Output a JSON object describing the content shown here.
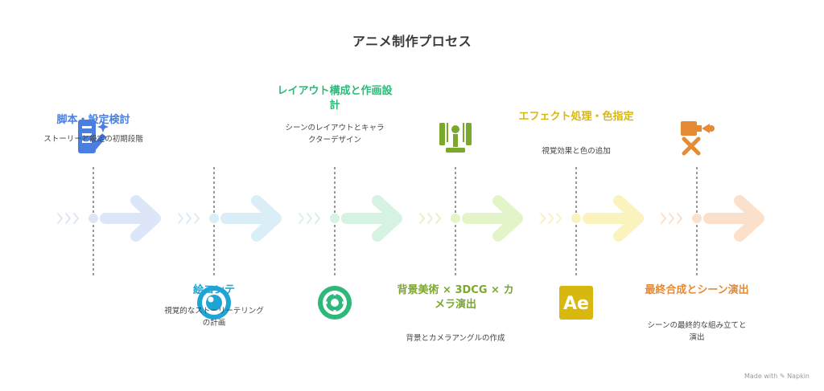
{
  "title": "アニメ制作プロセス",
  "footer": "Made with ✎ Napkin",
  "steps": [
    {
      "label": "脚本・設定検討",
      "desc": "ストーリーと設定の初期段階",
      "color": "#4a7fe0",
      "light": "#dde6f8",
      "icon": "edit-document-icon",
      "position": "top"
    },
    {
      "label": "絵コンテ",
      "desc": "視覚的なストーリーテリングの計画",
      "color": "#1fa4d6",
      "light": "#d9eef7",
      "icon": "eye-icon",
      "position": "bottom"
    },
    {
      "label": "レイアウト構成と作画設計",
      "desc": "シーンのレイアウトとキャラクターデザイン",
      "color": "#2eb87a",
      "light": "#d6f2e3",
      "icon": "target-icon",
      "position": "top"
    },
    {
      "label": "背景美術 × 3DCG × カメラ演出",
      "desc": "背景とカメラアングルの作成",
      "color": "#7aa82d",
      "light": "#e4f4c9",
      "icon": "camera-rig-icon",
      "position": "bottom"
    },
    {
      "label": "エフェクト処理・色指定",
      "desc": "視覚効果と色の追加",
      "color": "#d8b80e",
      "light": "#fbf3bd",
      "icon": "after-effects-icon",
      "position": "top"
    },
    {
      "label": "最終合成とシーン演出",
      "desc": "シーンの最終的な組み立てと演出",
      "color": "#e68a35",
      "light": "#fbe0cc",
      "icon": "video-camera-icon",
      "position": "bottom"
    }
  ]
}
